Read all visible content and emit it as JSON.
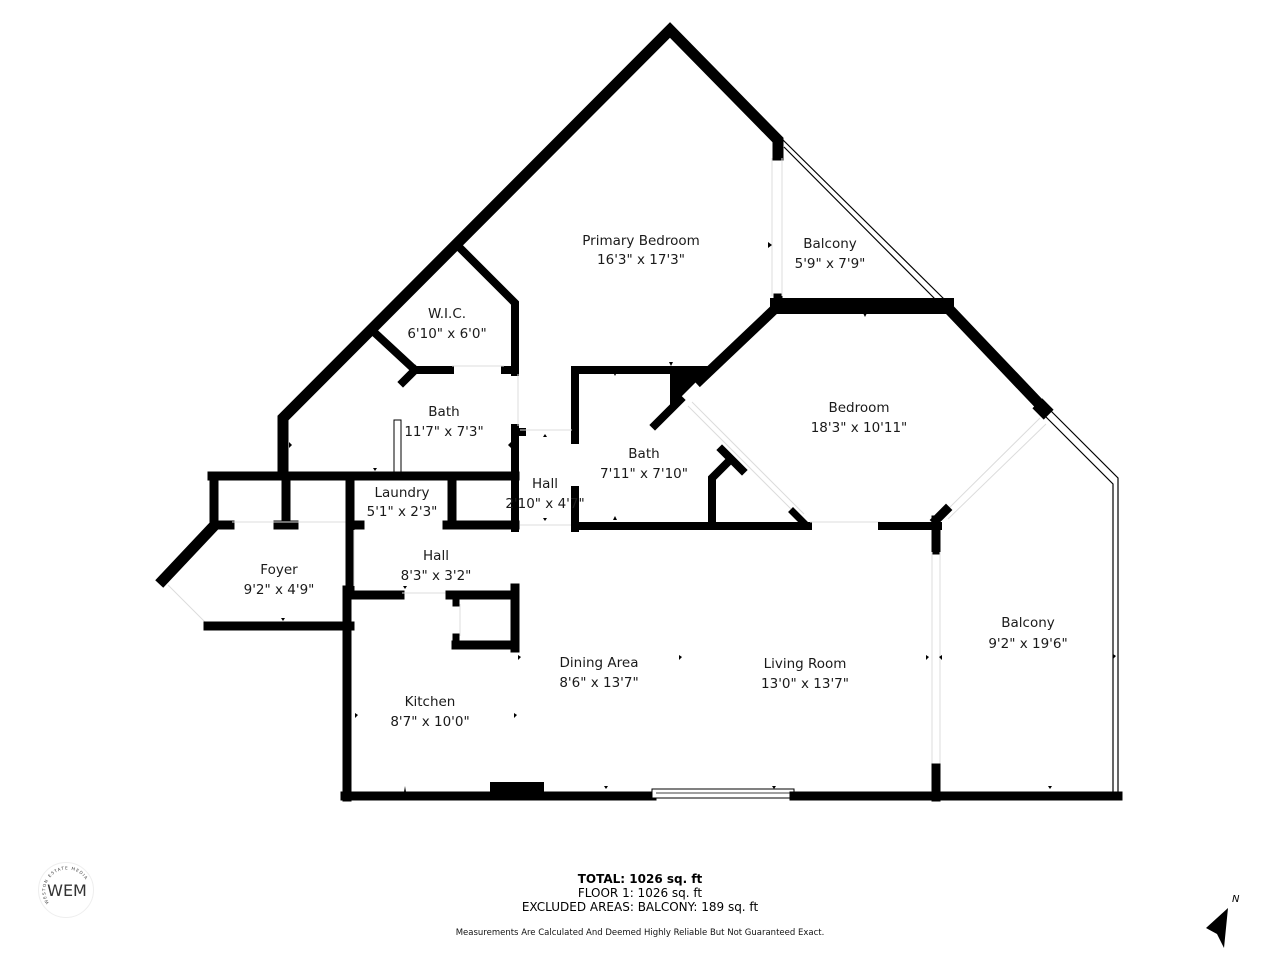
{
  "floor_plan": {
    "rooms": [
      {
        "id": "primary-bedroom",
        "name": "Primary Bedroom",
        "dimensions": "16'3\" x 17'3\""
      },
      {
        "id": "balcony-small",
        "name": "Balcony",
        "dimensions": "5'9\" x 7'9\""
      },
      {
        "id": "wic",
        "name": "W.I.C.",
        "dimensions": "6'10\" x 6'0\""
      },
      {
        "id": "bath-primary",
        "name": "Bath",
        "dimensions": "11'7\" x 7'3\""
      },
      {
        "id": "laundry",
        "name": "Laundry",
        "dimensions": "5'1\" x 2'3\""
      },
      {
        "id": "hall-small",
        "name": "Hall",
        "dimensions": "2'10\" x 4'7\""
      },
      {
        "id": "bath-second",
        "name": "Bath",
        "dimensions": "7'11\" x 7'10\""
      },
      {
        "id": "bedroom",
        "name": "Bedroom",
        "dimensions": "18'3\" x 10'11\""
      },
      {
        "id": "foyer",
        "name": "Foyer",
        "dimensions": "9'2\" x 4'9\""
      },
      {
        "id": "hall-main",
        "name": "Hall",
        "dimensions": "8'3\" x 3'2\""
      },
      {
        "id": "dining-area",
        "name": "Dining Area",
        "dimensions": "8'6\" x 13'7\""
      },
      {
        "id": "living-room",
        "name": "Living Room",
        "dimensions": "13'0\" x 13'7\""
      },
      {
        "id": "kitchen",
        "name": "Kitchen",
        "dimensions": "8'7\" x 10'0\""
      },
      {
        "id": "balcony-large",
        "name": "Balcony",
        "dimensions": "9'2\" x 19'6\""
      }
    ]
  },
  "summary": {
    "total": "TOTAL: 1026 sq. ft",
    "floor": "FLOOR 1: 1026 sq. ft",
    "excluded": "EXCLUDED AREAS: BALCONY: 189 sq. ft",
    "disclaimer": "Measurements Are Calculated And Deemed Highly Reliable But Not Guaranteed Exact."
  },
  "logo": {
    "initials": "WEM",
    "arc_text": "WESTON ESTATE MEDIA"
  },
  "compass": {
    "label": "N",
    "icon": "north-arrow-icon"
  },
  "colors": {
    "wall": "#000000",
    "background": "#ffffff",
    "text": "#1a1a1a"
  }
}
